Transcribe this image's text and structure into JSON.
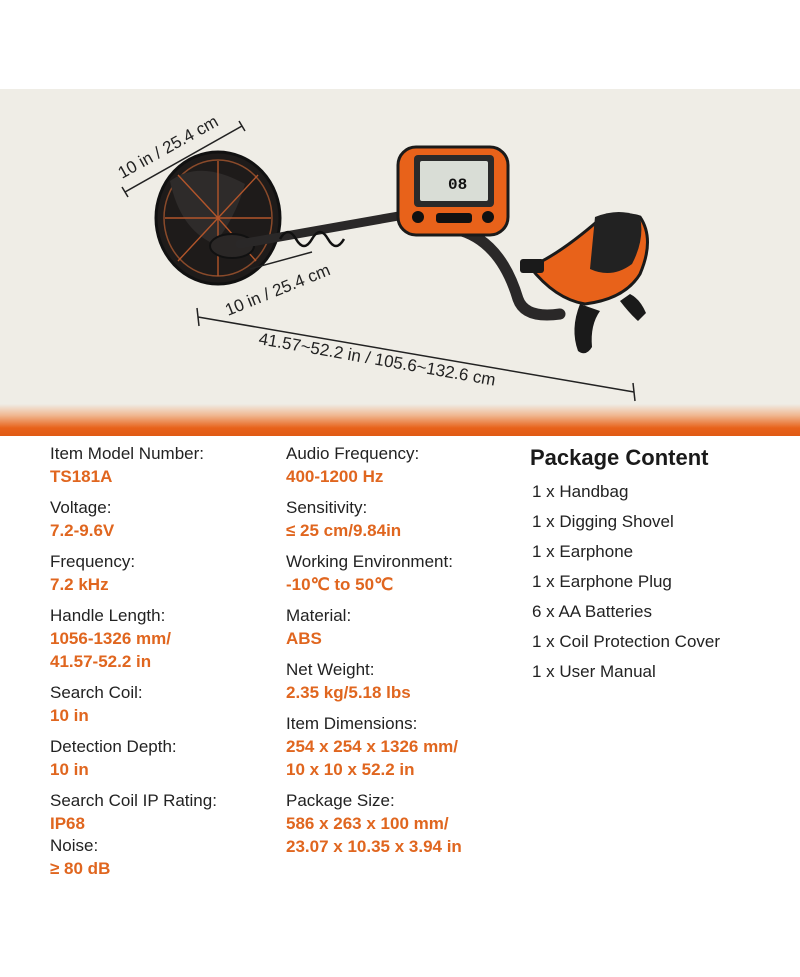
{
  "dimensions": {
    "coil_diameter": "10 in / 25.4 cm",
    "coil_width": "10 in / 25.4 cm",
    "total_length": "41.57~52.2 in / 105.6~132.6 cm"
  },
  "specs_left": [
    {
      "label": "Item Model Number:",
      "value_lines": [
        "TS181A"
      ]
    },
    {
      "label": "Voltage:",
      "value_lines": [
        "7.2-9.6V"
      ]
    },
    {
      "label": "Frequency:",
      "value_lines": [
        "7.2 kHz"
      ]
    },
    {
      "label": "Handle Length:",
      "value_lines": [
        "1056-1326 mm/",
        "41.57-52.2 in"
      ]
    },
    {
      "label": "Search Coil:",
      "value_lines": [
        "10 in"
      ]
    },
    {
      "label": "Detection Depth:",
      "value_lines": [
        "10 in"
      ]
    },
    {
      "label": "Search Coil IP Rating:",
      "value_lines": [
        "IP68"
      ]
    },
    {
      "label": "Noise:",
      "value_lines": [
        "≥ 80 dB"
      ]
    }
  ],
  "specs_right": [
    {
      "label": "Audio Frequency:",
      "value_lines": [
        "400-1200 Hz"
      ]
    },
    {
      "label": "Sensitivity:",
      "value_lines": [
        "≤ 25 cm/9.84in"
      ]
    },
    {
      "label": "Working Environment:",
      "value_lines": [
        "-10℃ to 50℃"
      ]
    },
    {
      "label": "Material:",
      "value_lines": [
        "ABS"
      ]
    },
    {
      "label": "Net Weight:",
      "value_lines": [
        "2.35 kg/5.18 lbs"
      ]
    },
    {
      "label": "Item Dimensions:",
      "value_lines": [
        "254 x 254 x 1326 mm/",
        "10 x 10 x 52.2 in"
      ]
    },
    {
      "label": "Package Size:",
      "value_lines": [
        "586 x 263 x 100 mm/",
        "23.07 x 10.35 x 3.94 in"
      ]
    }
  ],
  "package": {
    "title": "Package Content",
    "items": [
      "1 x Handbag",
      "1 x Digging Shovel",
      "1 x Earphone",
      "1 x Earphone Plug",
      "6 x AA Batteries",
      "1 x Coil Protection Cover",
      "1 x User Manual"
    ]
  },
  "device": {
    "display_reading": "08"
  },
  "colors": {
    "accent": "#e0661f",
    "hero_bg": "#efede6",
    "text": "#222222"
  }
}
